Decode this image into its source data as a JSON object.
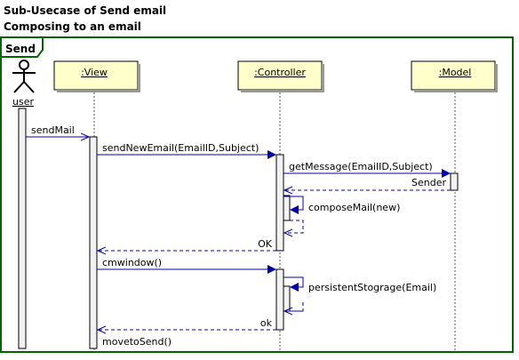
{
  "diagram": {
    "title": "Sub-Usecase of Send email",
    "subtitle": "Composing to an email",
    "frame_label": "Send",
    "actor": {
      "name": "user"
    },
    "lifelines": [
      {
        "id": "view",
        "label": ":View"
      },
      {
        "id": "controller",
        "label": ":Controller"
      },
      {
        "id": "model",
        "label": ":Model"
      }
    ],
    "messages": [
      {
        "id": "sendMail",
        "label": "sendMail",
        "kind": "async"
      },
      {
        "id": "sendNewEmail",
        "label": "sendNewEmail(EmailID,Subject)",
        "kind": "call"
      },
      {
        "id": "getMessage",
        "label": "getMessage(EmailID,Subject)",
        "kind": "call"
      },
      {
        "id": "sender",
        "label": "Sender",
        "kind": "return"
      },
      {
        "id": "composeMail",
        "label": "composeMail(new)",
        "kind": "self"
      },
      {
        "id": "ok1",
        "label": "OK",
        "kind": "return"
      },
      {
        "id": "cmwindow",
        "label": "cmwindow()",
        "kind": "call"
      },
      {
        "id": "persist",
        "label": "persistentStograge(Email)",
        "kind": "self"
      },
      {
        "id": "ok2",
        "label": "ok",
        "kind": "return"
      },
      {
        "id": "movetoSend",
        "label": "movetoSend()",
        "kind": "label"
      }
    ],
    "colors": {
      "frame": "#006600",
      "lifeline_box": "#ffffcc",
      "arrow": "#0000aa",
      "activation": "#f2f2f2"
    }
  }
}
